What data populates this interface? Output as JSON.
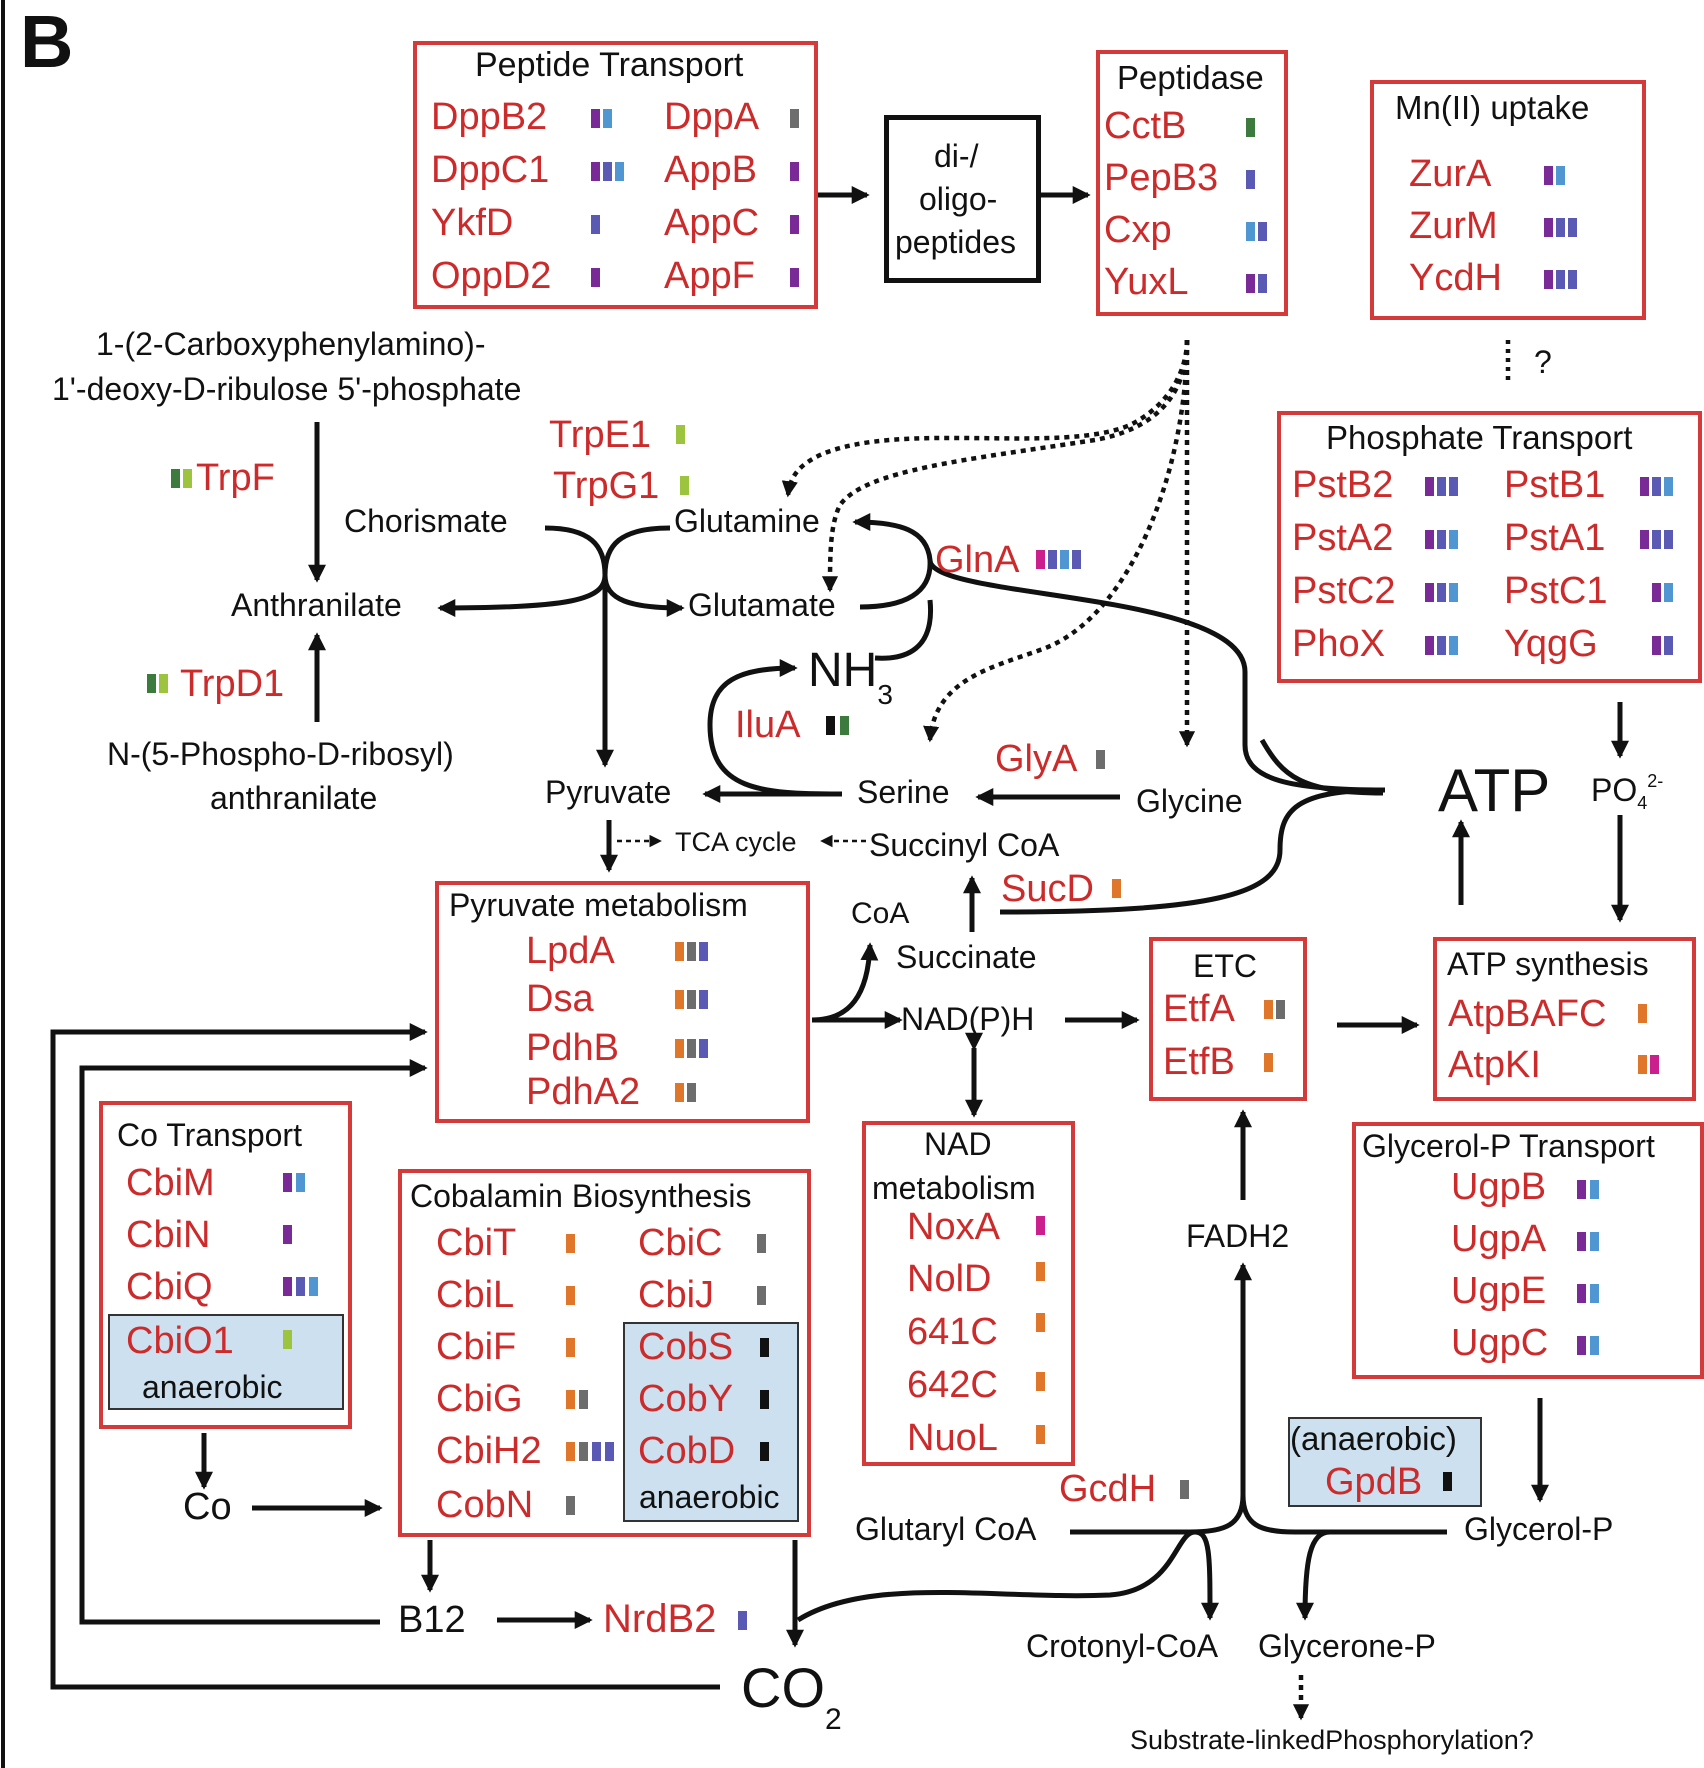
{
  "panel_letter": "B",
  "colors": {
    "box_border": "#d43a3a",
    "enzyme_text": "#cc2b2b",
    "anaerobic_fill": "#cde0ef",
    "sq_purple": "#7a2a96",
    "sq_blue": "#4f96d2",
    "sq_indigo": "#5a5ab4",
    "sq_gray": "#6d6d6d",
    "sq_darkgreen": "#3d7a3d",
    "sq_lightgreen": "#9dc43e",
    "sq_orange": "#e0762a",
    "sq_magenta": "#cc1f8e",
    "sq_black": "#111111"
  },
  "boxes": {
    "peptide_transport": {
      "title": "Peptide Transport",
      "left": [
        "DppB2",
        "DppC1",
        "YkfD",
        "OppD2"
      ],
      "right": [
        "DppA",
        "AppB",
        "AppC",
        "AppF"
      ]
    },
    "oligo": {
      "lines": [
        "di-/",
        "oligo-",
        "peptides"
      ]
    },
    "peptidase": {
      "title": "Peptidase",
      "items": [
        "CctB",
        "PepB3",
        "Cxp",
        "YuxL"
      ]
    },
    "mn_uptake": {
      "title": "Mn(II) uptake",
      "items": [
        "ZurA",
        "ZurM",
        "YcdH"
      ],
      "question": "?"
    },
    "phosphate_transport": {
      "title": "Phosphate Transport",
      "left": [
        "PstB2",
        "PstA2",
        "PstC2",
        "PhoX"
      ],
      "right": [
        "PstB1",
        "PstA1",
        "PstC1",
        "YqgG"
      ]
    },
    "pyruvate_metabolism": {
      "title": "Pyruvate metabolism",
      "items": [
        "LpdA",
        "Dsa",
        "PdhB",
        "PdhA2"
      ]
    },
    "etc": {
      "title": "ETC",
      "items": [
        "EtfA",
        "EtfB"
      ]
    },
    "atp_synthesis": {
      "title": "ATP synthesis",
      "items": [
        "AtpBAFC",
        "AtpKI"
      ]
    },
    "glycerol_transport": {
      "title": "Glycerol-P Transport",
      "items": [
        "UgpB",
        "UgpA",
        "UgpE",
        "UgpC"
      ]
    },
    "co_transport": {
      "title": "Co Transport",
      "items": [
        "CbiM",
        "CbiN",
        "CbiQ"
      ],
      "anaerobic_item": "CbiO1",
      "anaerobic_label": "anaerobic"
    },
    "cobalamin": {
      "title": "Cobalamin Biosynthesis",
      "left": [
        "CbiT",
        "CbiL",
        "CbiF",
        "CbiG",
        "CbiH2",
        "CobN"
      ],
      "right": [
        "CbiC",
        "CbiJ"
      ],
      "anaerobic_items": [
        "CobS",
        "CobY",
        "CobD"
      ],
      "anaerobic_label": "anaerobic"
    },
    "nad_metabolism": {
      "title1": "NAD",
      "title2": "metabolism",
      "items": [
        "NoxA",
        "NolD",
        "641C",
        "642C",
        "NuoL"
      ]
    },
    "gpdb": {
      "label": "(anaerobic)",
      "item": "GpdB"
    }
  },
  "enzymes": {
    "trpe1": "TrpE1",
    "trpg1": "TrpG1",
    "trpf": "TrpF",
    "trpd1": "TrpD1",
    "glna": "GlnA",
    "ilua": "IluA",
    "glya": "GlyA",
    "sucd": "SucD",
    "gcdh": "GcdH",
    "nrdb2": "NrdB2"
  },
  "metabolites": {
    "carboxy_1": "1-(2-Carboxyphenylamino)-",
    "carboxy_2": "1'-deoxy-D-ribulose 5'-phosphate",
    "chorismate": "Chorismate",
    "anthranilate": "Anthranilate",
    "prpa_1": "N-(5-Phospho-D-ribosyl)",
    "prpa_2": "anthranilate",
    "glutamine": "Glutamine",
    "glutamate": "Glutamate",
    "nh3": "NH",
    "nh3_sub": "3",
    "pyruvate": "Pyruvate",
    "serine": "Serine",
    "glycine": "Glycine",
    "tca": "TCA cycle",
    "succinyl_coa": "Succinyl CoA",
    "coa": "CoA",
    "succinate": "Succinate",
    "nadph": "NAD(P)H",
    "atp": "ATP",
    "po4": "PO",
    "po4_sub": "4",
    "po4_sup": "2-",
    "fadh2": "FADH2",
    "glutaryl_coa": "Glutaryl CoA",
    "glycerol_p": "Glycerol-P",
    "crotonyl_coa": "Crotonyl-CoA",
    "glycerone_p": "Glycerone-P",
    "substrate_phos": "Substrate-linkedPhosphorylation?",
    "co": "Co",
    "b12": "B12",
    "co2": "CO",
    "co2_sub": "2"
  }
}
